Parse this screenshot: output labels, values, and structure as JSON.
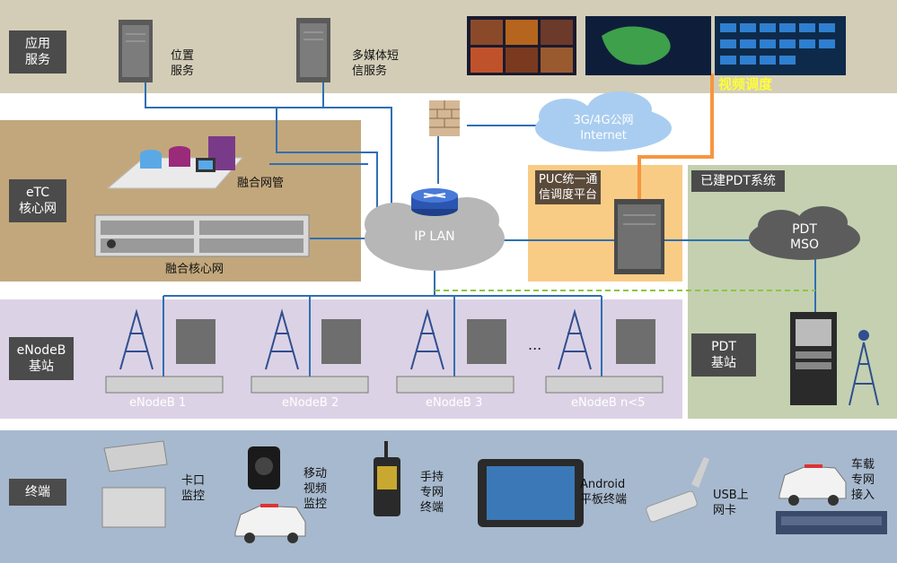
{
  "sections": {
    "app": "应用\n服务",
    "etc": "eTC\n核心网",
    "enodeb": "eNodeB\n基站",
    "terminal": "终端",
    "pdt_system": "已建PDT系统",
    "pdt_station": "PDT\n基站"
  },
  "nodes": {
    "location_service": "位置\n服务",
    "multimedia_sms": "多媒体短\n信服务",
    "video_dispatch": "视频调度",
    "fusion_nms": "融合网管",
    "fusion_core": "融合核心网",
    "public_net": "3G/4G公网\nInternet",
    "ip_lan": "IP LAN",
    "puc": "PUC统一通\n信调度平台",
    "pdt_mso": "PDT\nMSO",
    "enb1": "eNodeB 1",
    "enb2": "eNodeB 2",
    "enb3": "eNodeB 3",
    "enbn": "eNodeB n<5",
    "ellipsis": "..."
  },
  "terminals": {
    "checkpoint": "卡口\n监控",
    "mobile_video": "移动\n视频\n监控",
    "handheld": "手持\n专网\n终端",
    "android": "Android\n平板终端",
    "usb": "USB上\n网卡",
    "vehicle": "车载\n专网\n接入"
  },
  "colors": {
    "app_bg": "#d3cdb8",
    "etc_bg": "#c2a77c",
    "enodeb_bg": "#dcd2e6",
    "terminal_bg": "#a7b9ce",
    "pdt_bg": "#c4d0b0",
    "puc_bg": "#f9cc86",
    "link": "#2f6fb3",
    "orange_link": "#f6963f",
    "dash": "#8dc63f",
    "video_label": "#ffff33"
  }
}
